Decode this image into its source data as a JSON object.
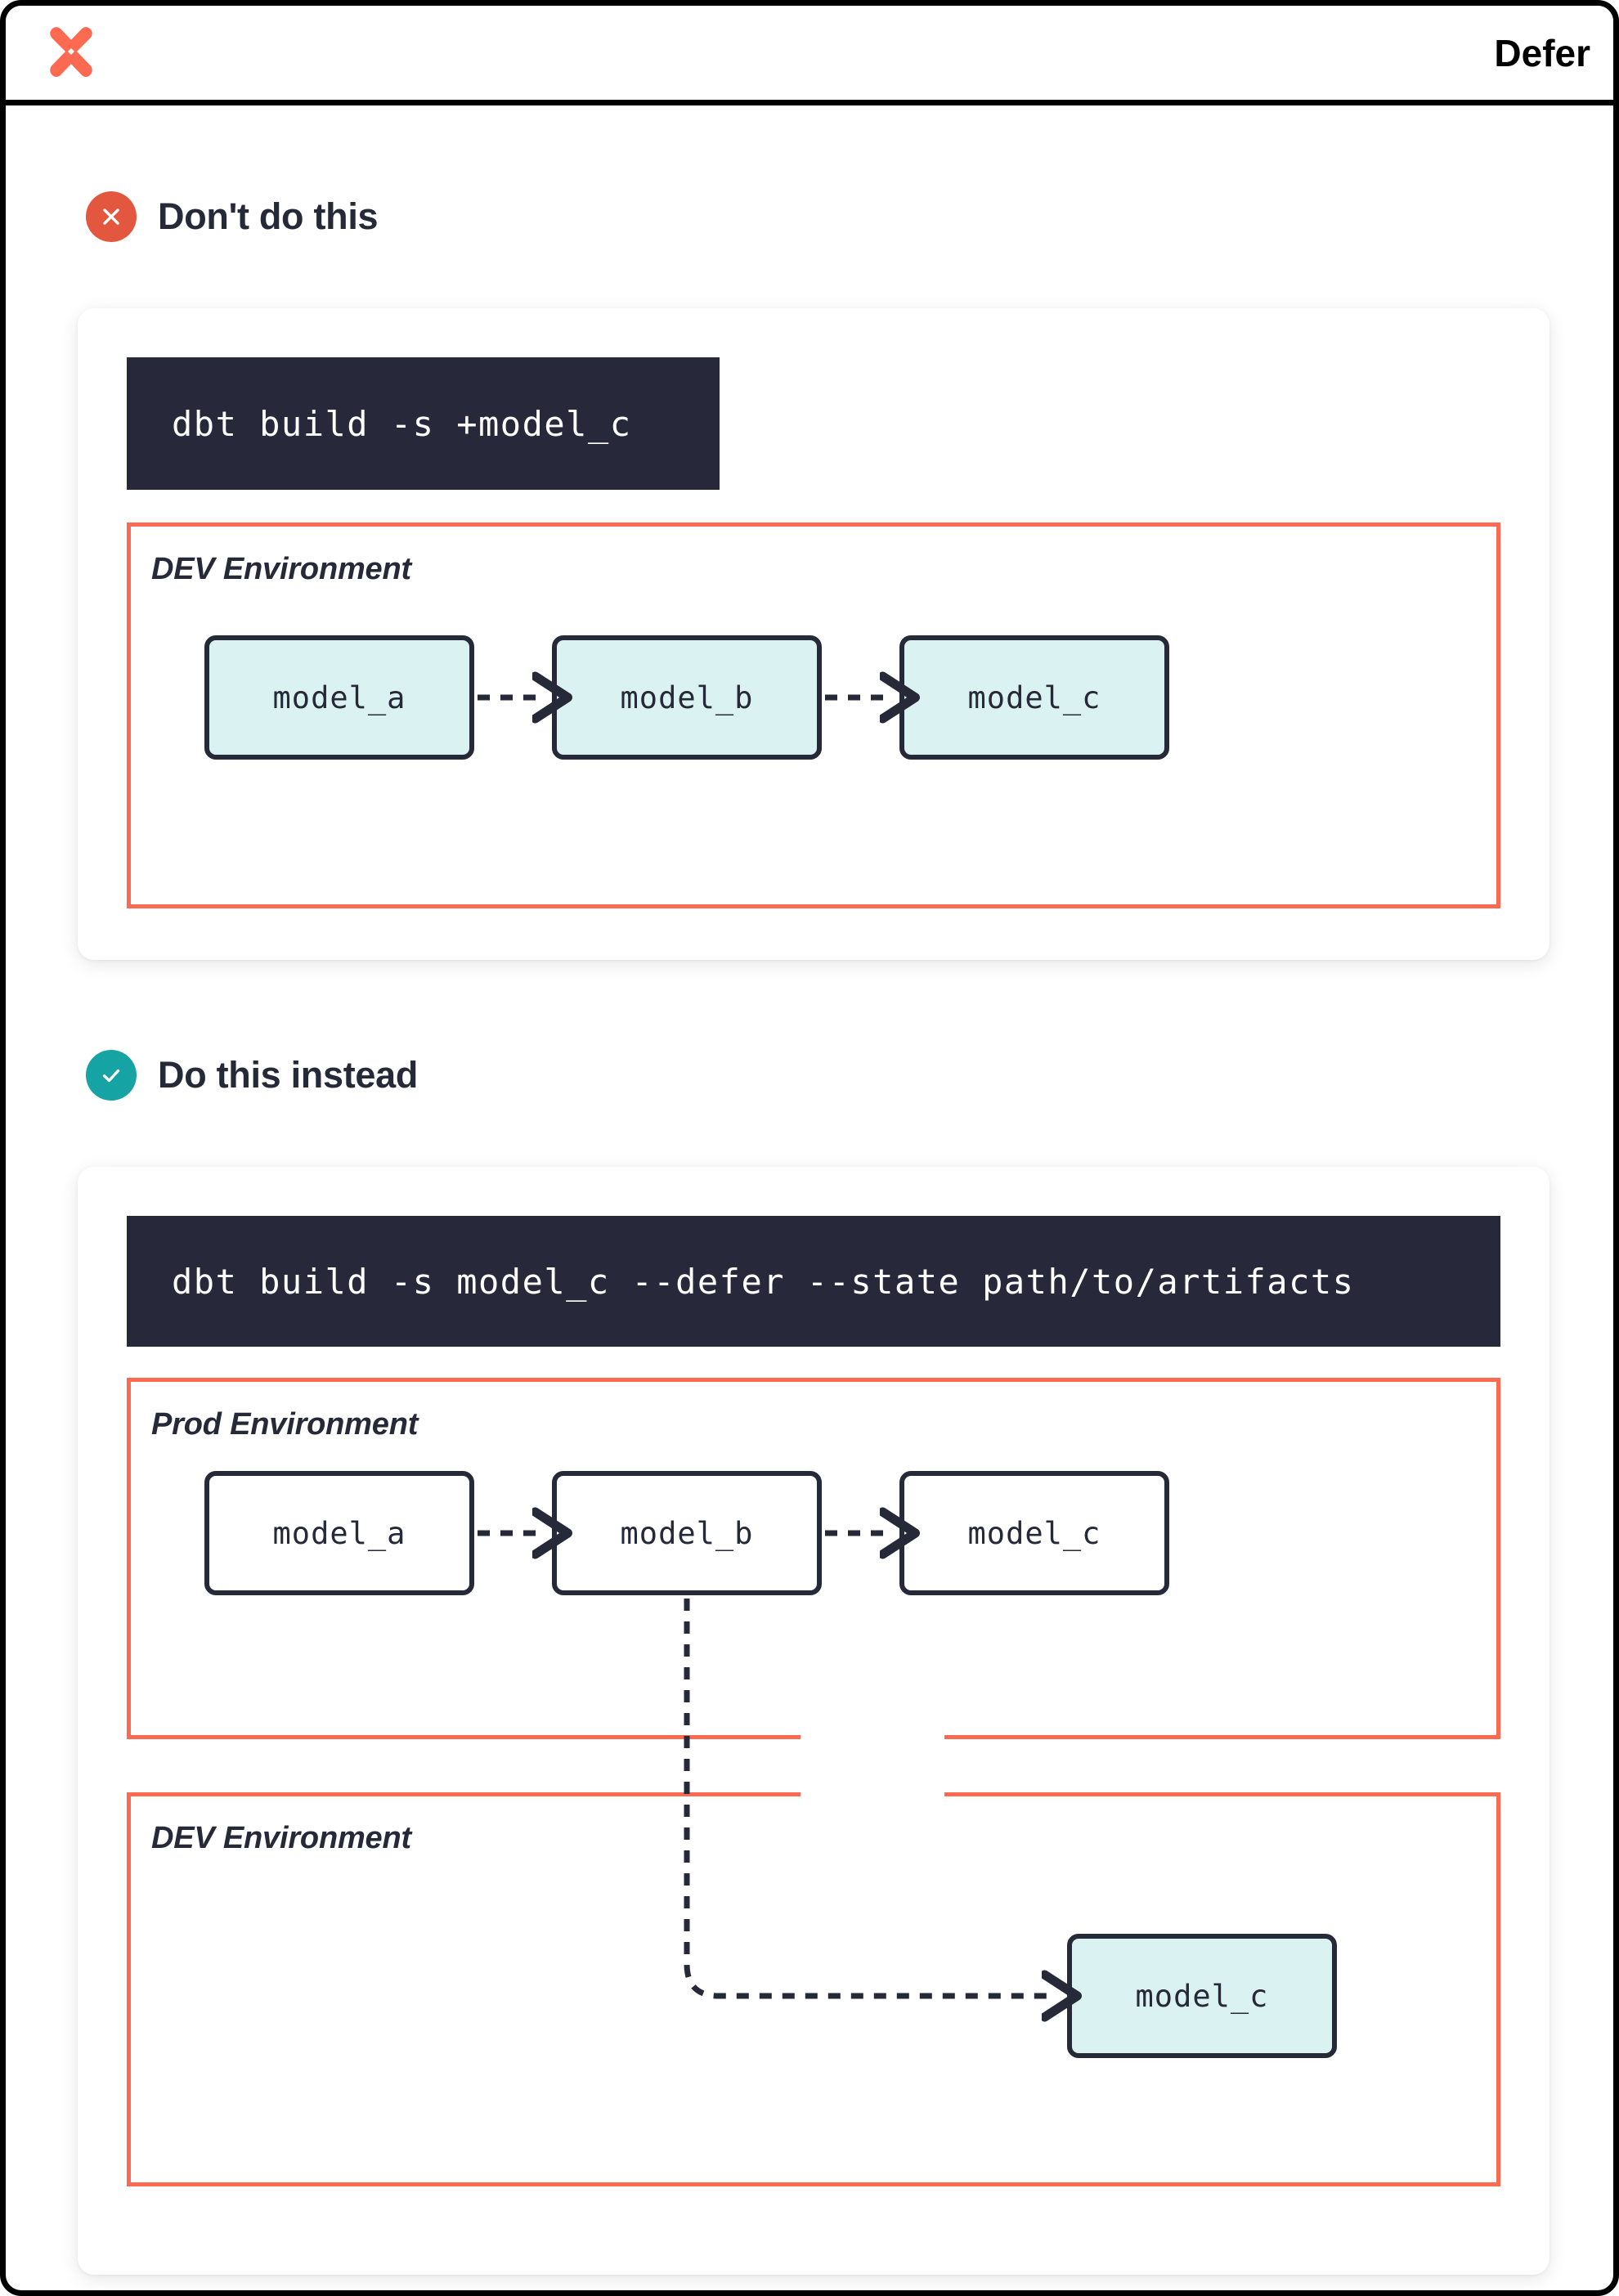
{
  "header": {
    "title": "Defer",
    "logo_icon": "dbt-logo-icon"
  },
  "colors": {
    "accent_orange": "#fc6b51",
    "dark": "#262a38",
    "code_bg": "#27293b",
    "node_cyan": "#dbf2f2",
    "badge_error": "#e2573e",
    "badge_success": "#16a3a3",
    "page_border": "#000000"
  },
  "sections": [
    {
      "id": "dont",
      "badge_icon": "x-circle-icon",
      "title": "Don't do this",
      "command": "dbt build -s +model_c",
      "environments": [
        {
          "id": "dev",
          "label": "DEV Environment",
          "nodes": [
            {
              "label": "model_a",
              "fill": "cyan"
            },
            {
              "label": "model_b",
              "fill": "cyan"
            },
            {
              "label": "model_c",
              "fill": "cyan"
            }
          ]
        }
      ]
    },
    {
      "id": "do",
      "badge_icon": "check-circle-icon",
      "title": "Do this instead",
      "command": "dbt build -s model_c --defer --state path/to/artifacts",
      "environments": [
        {
          "id": "prod",
          "label": "Prod Environment",
          "nodes": [
            {
              "label": "model_a",
              "fill": "white"
            },
            {
              "label": "model_b",
              "fill": "white"
            },
            {
              "label": "model_c",
              "fill": "white"
            }
          ]
        },
        {
          "id": "dev",
          "label": "DEV Environment",
          "nodes": [
            {
              "label": "model_c",
              "fill": "cyan"
            }
          ]
        }
      ]
    }
  ]
}
